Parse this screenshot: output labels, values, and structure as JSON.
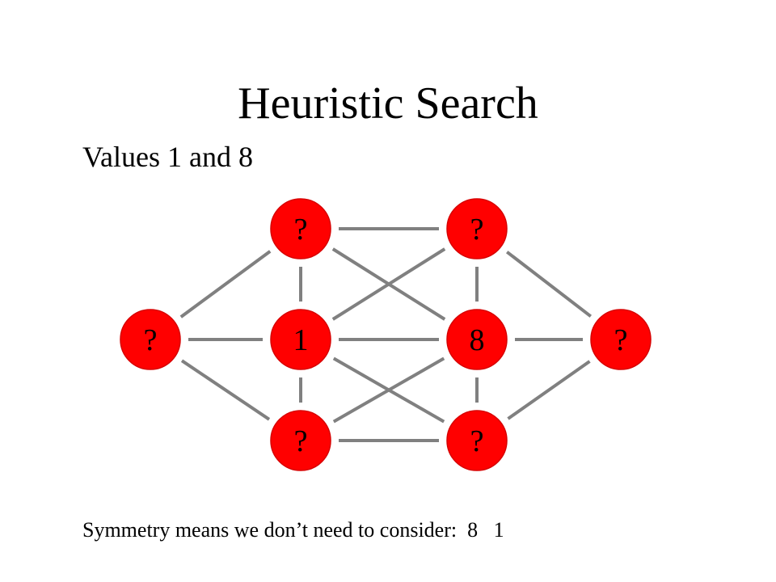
{
  "slide": {
    "title": "Heuristic Search",
    "subtitle": "Values 1 and 8",
    "footnote": "Symmetry means we don’t need to consider:  8   1"
  },
  "graph": {
    "node_color": "#ff0000",
    "node_border_color": "#d80000",
    "edge_color": "#808080",
    "nodes": [
      {
        "id": "left",
        "label": "?"
      },
      {
        "id": "top-left",
        "label": "?"
      },
      {
        "id": "mid-left",
        "label": "1"
      },
      {
        "id": "bottom-left",
        "label": "?"
      },
      {
        "id": "top-right",
        "label": "?"
      },
      {
        "id": "mid-right",
        "label": "8"
      },
      {
        "id": "bottom-right",
        "label": "?"
      },
      {
        "id": "right",
        "label": "?"
      }
    ],
    "edges": [
      [
        "left",
        "top-left"
      ],
      [
        "left",
        "mid-left"
      ],
      [
        "left",
        "bottom-left"
      ],
      [
        "top-left",
        "mid-left"
      ],
      [
        "mid-left",
        "bottom-left"
      ],
      [
        "top-left",
        "top-right"
      ],
      [
        "top-left",
        "mid-right"
      ],
      [
        "mid-left",
        "top-right"
      ],
      [
        "mid-left",
        "mid-right"
      ],
      [
        "mid-left",
        "bottom-right"
      ],
      [
        "bottom-left",
        "mid-right"
      ],
      [
        "bottom-left",
        "bottom-right"
      ],
      [
        "top-right",
        "mid-right"
      ],
      [
        "mid-right",
        "bottom-right"
      ],
      [
        "top-right",
        "right"
      ],
      [
        "mid-right",
        "right"
      ],
      [
        "bottom-right",
        "right"
      ]
    ]
  }
}
